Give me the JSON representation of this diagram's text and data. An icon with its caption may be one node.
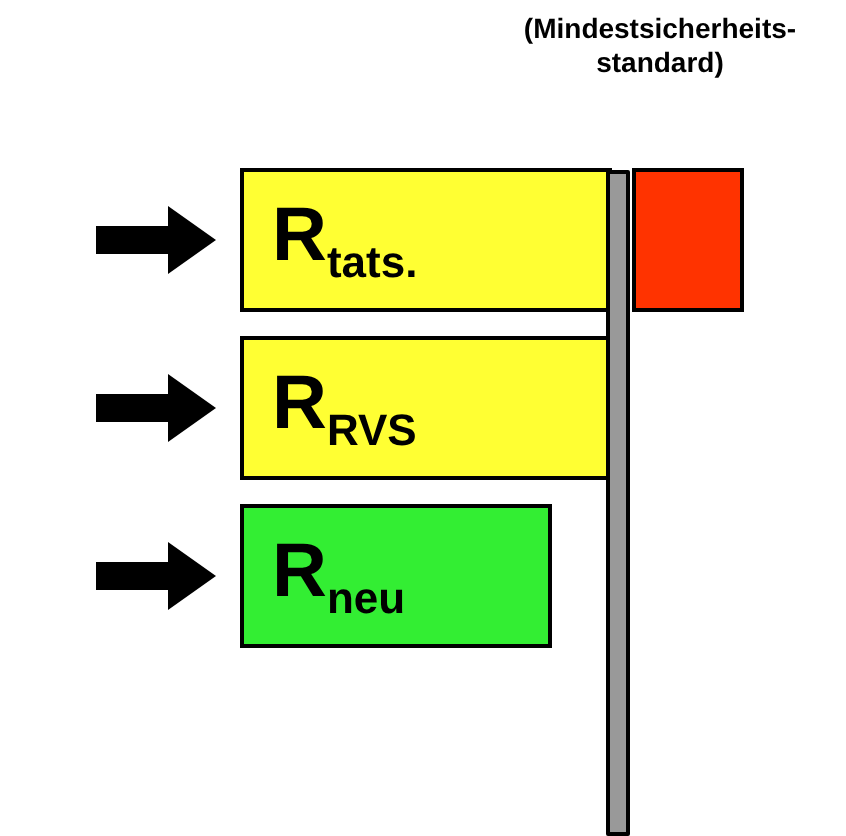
{
  "diagram": {
    "nodes": [
      {
        "text": [
          "R$_{tats.}$"
        ]
      },
      {
        "text": [],
        "shape": "box"
      },
      {
        "text": [
          "R$_{RVS}$"
        ]
      },
      {
        "text": [
          "R$_{neu}$"
        ]
      },
      {
        "text": [],
        "shape": "bar"
      }
    ],
    "edges": [
      {
        "from": null,
        "to": 0,
        "arrow": "to"
      },
      {
        "from": null,
        "to": 2,
        "arrow": "to"
      },
      {
        "from": null,
        "to": 3,
        "arrow": "to"
      }
    ],
    "labels": [
      "(Mindestsicherheits-standard)"
    ]
  }
}
